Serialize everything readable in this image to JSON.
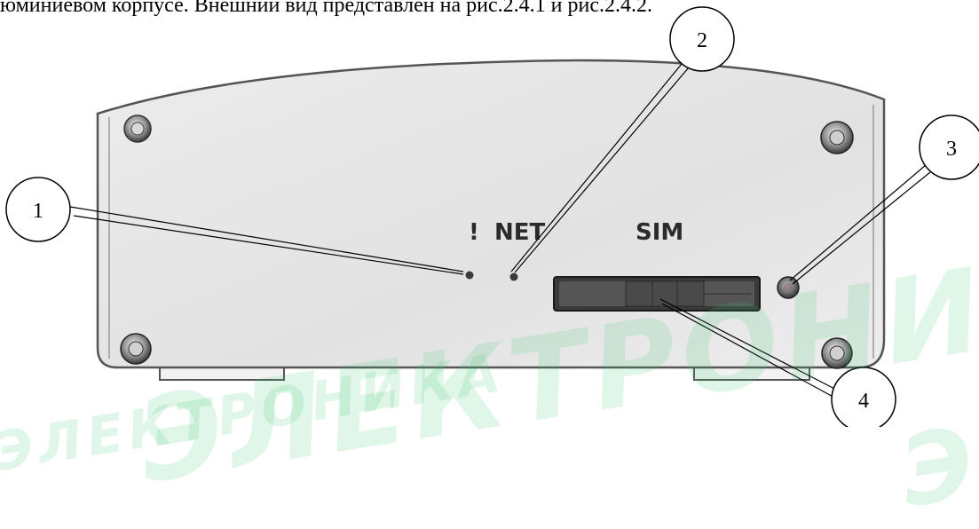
{
  "caption": {
    "text": "юминиевом корпусе. Внешний вид представлен на рис.2.4.1 и рис.2.4.2."
  },
  "panel": {
    "labels": {
      "error": "!",
      "net": "NET",
      "sim": "SIM"
    }
  },
  "callouts": {
    "c1": "1",
    "c2": "2",
    "c3": "3",
    "c4": "4"
  },
  "watermark": {
    "text_main": "ЭЛЕКТРОНИКА",
    "text_right": "ЭЛЕКТРОНИКА",
    "text_left": "ЭЛЕКТРОНИКА"
  },
  "colors": {
    "panel_fill": "#e9e9e9",
    "panel_stroke": "#555555",
    "watermark": "#3cc86e"
  }
}
